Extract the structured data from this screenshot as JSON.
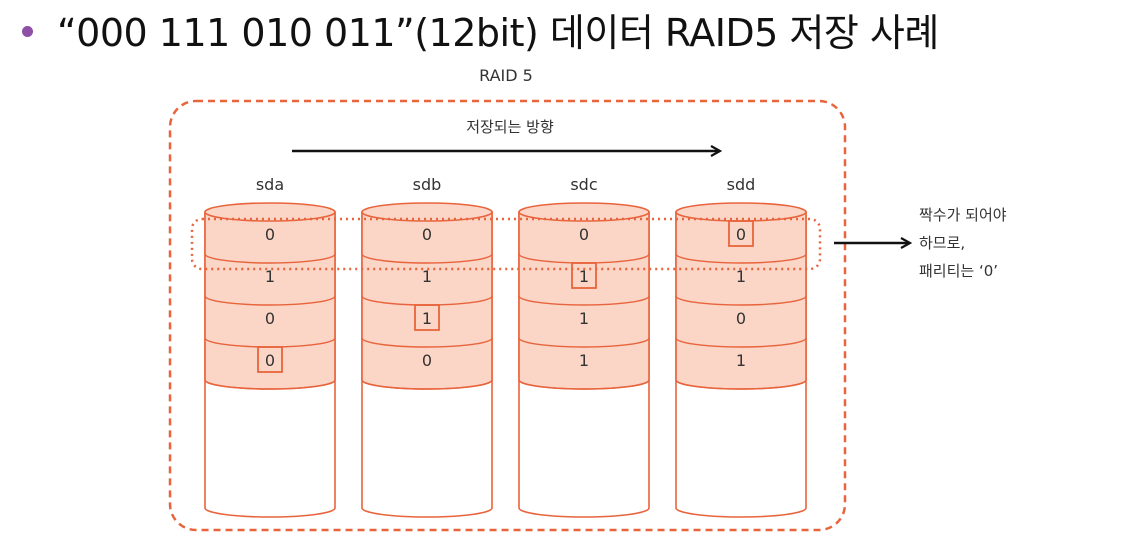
{
  "slide": {
    "title": "“000 111 010 011”(12bit) 데이터 RAID5 저장 사례"
  },
  "diagram": {
    "raid_label": "RAID 5",
    "direction_label": "저장되는 방향",
    "disks": [
      {
        "name": "sda",
        "bits": [
          "0",
          "1",
          "0",
          "0"
        ],
        "boxed_index": 3
      },
      {
        "name": "sdb",
        "bits": [
          "0",
          "1",
          "1",
          "0"
        ],
        "boxed_index": 2
      },
      {
        "name": "sdc",
        "bits": [
          "0",
          "1",
          "1",
          "1"
        ],
        "boxed_index": 1
      },
      {
        "name": "sdd",
        "bits": [
          "0",
          "1",
          "0",
          "1"
        ],
        "boxed_index": 0
      }
    ],
    "annotation": {
      "lines": [
        "짝수가 되어야",
        "하므로,",
        "패리티는 ‘0’"
      ]
    },
    "colors": {
      "accent": "#e8643c",
      "fill": "#fbd5c6",
      "bit_box": "#e8643c",
      "arrow": "#111111"
    }
  }
}
